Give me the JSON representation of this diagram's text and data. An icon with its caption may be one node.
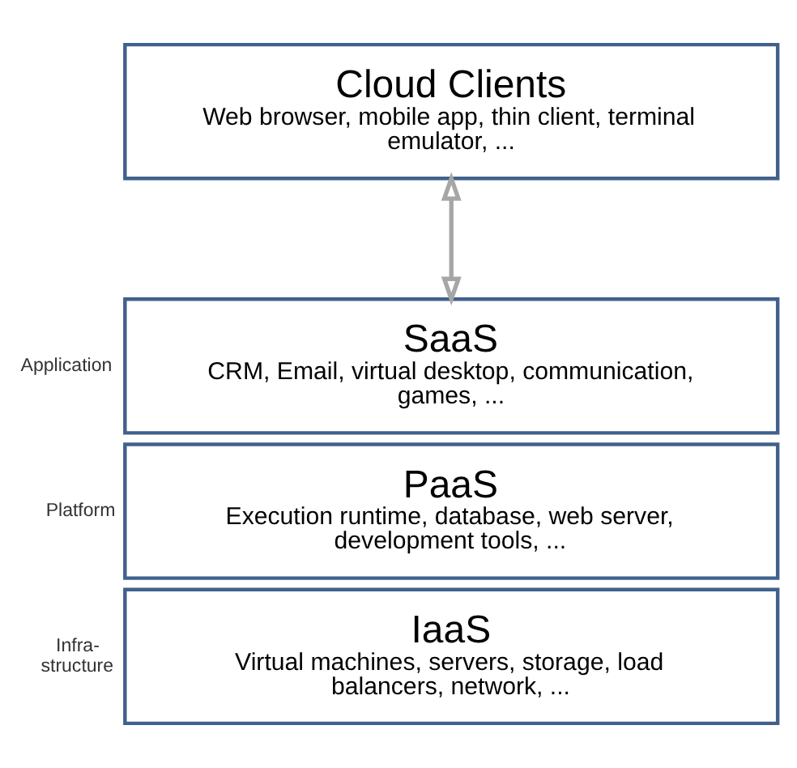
{
  "diagram": {
    "nodes": [
      {
        "text": [
          "Cloud Clients",
          "Web browser, mobile app, thin client, terminal emulator, ..."
        ]
      },
      {
        "text": [
          "SaaS",
          "CRM, Email, virtual desktop, communication, games, ..."
        ],
        "beside": [
          "Application"
        ]
      },
      {
        "text": [
          "PaaS",
          "Execution runtime, database, web server, development tools, ..."
        ],
        "beside": [
          "Platform"
        ]
      },
      {
        "text": [
          "IaaS",
          "Virtual machines, servers, storage, load balancers, network, ..."
        ],
        "beside": [
          "Infra- structure"
        ]
      }
    ],
    "edges": [
      {
        "from": 0,
        "to": 1,
        "arrow": "both",
        "color": "#a6a6a6"
      }
    ]
  }
}
